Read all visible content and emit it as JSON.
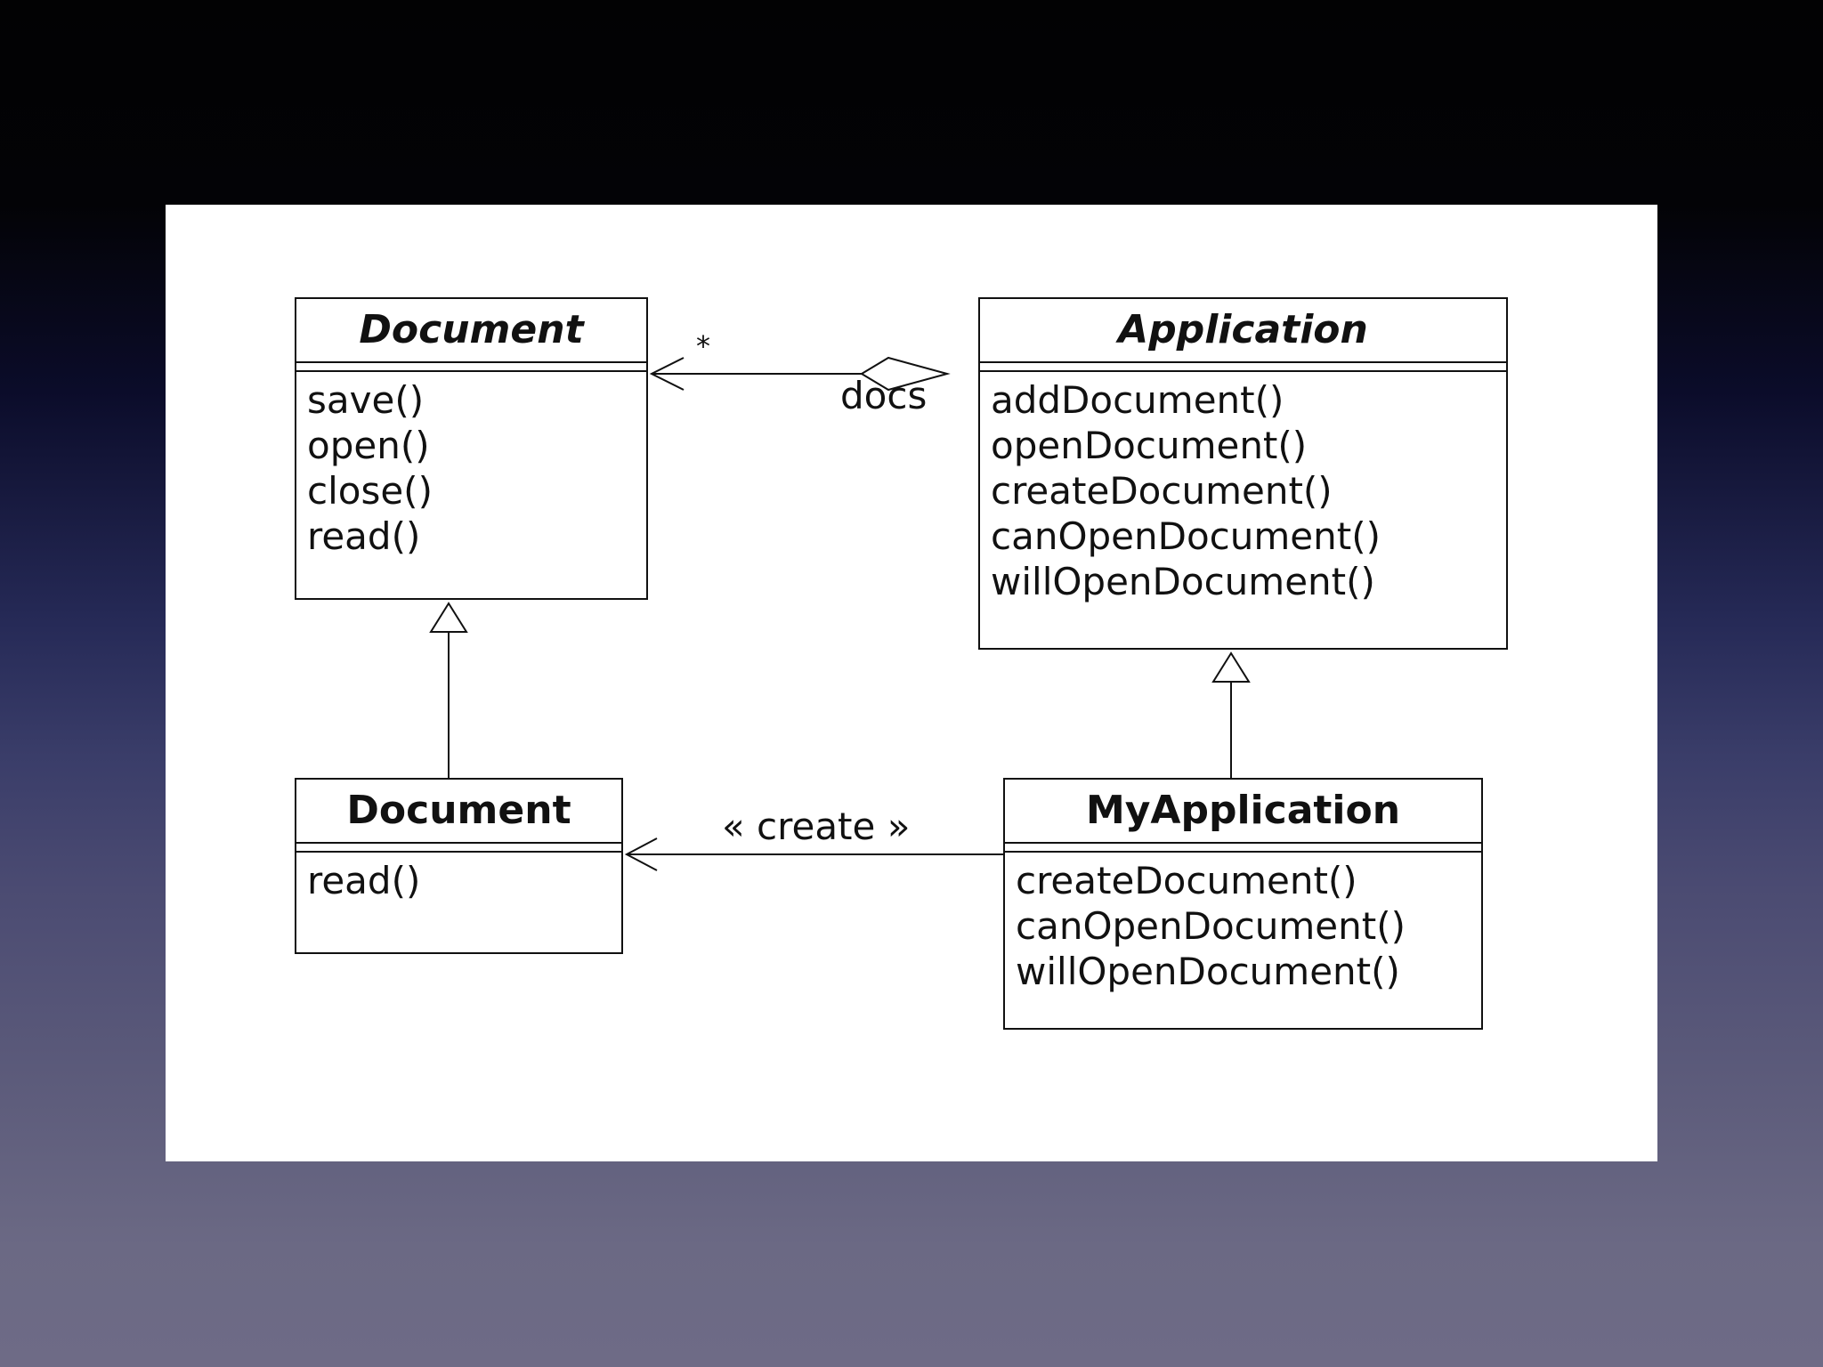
{
  "diagram": {
    "classes": {
      "document_abstract": {
        "name": "Document",
        "abstract": true,
        "operations": [
          "save()",
          "open()",
          "close()",
          "read()"
        ]
      },
      "application_abstract": {
        "name": "Application",
        "abstract": true,
        "operations": [
          "addDocument()",
          "openDocument()",
          "createDocument()",
          "canOpenDocument()",
          "willOpenDocument()"
        ]
      },
      "document_concrete": {
        "name": "Document",
        "abstract": false,
        "operations": [
          "read()"
        ]
      },
      "my_application": {
        "name": "MyApplication",
        "abstract": false,
        "operations": [
          "createDocument()",
          "canOpenDocument()",
          "willOpenDocument()"
        ]
      }
    },
    "relations": {
      "docs_aggregation": {
        "type": "aggregation",
        "from": "Application",
        "to": "Document",
        "multiplicity": "*",
        "role": "docs"
      },
      "create_dependency": {
        "type": "dependency",
        "from": "MyApplication",
        "to": "Document",
        "stereotype": "« create »"
      },
      "document_inheritance": {
        "type": "generalization",
        "from": "Document",
        "to": "Document"
      },
      "application_inheritance": {
        "type": "generalization",
        "from": "MyApplication",
        "to": "Application"
      }
    }
  }
}
